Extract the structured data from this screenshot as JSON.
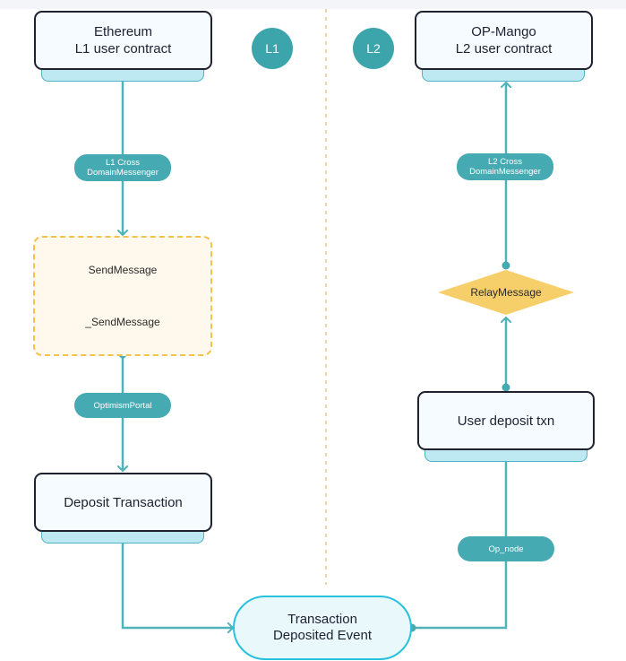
{
  "layers": {
    "l1": "L1",
    "l2": "L2"
  },
  "nodes": {
    "l1_contract": [
      "Ethereum",
      "L1 user contract"
    ],
    "l2_contract": [
      "OP-Mango",
      "L2 user contract"
    ],
    "deposit_transaction": "Deposit Transaction",
    "user_deposit_txn": "User deposit txn",
    "deposited_event": [
      "Transaction",
      "Deposited Event"
    ]
  },
  "labels": {
    "l1_messenger": [
      "L1 Cross",
      "DomainMessenger"
    ],
    "l2_messenger": [
      "L2 Cross",
      "DomainMessenger"
    ],
    "optimism_portal": "OptimismPortal",
    "op_node": "Op_node"
  },
  "decisions": {
    "send_message": "SendMessage",
    "send_message_internal": "_SendMessage",
    "relay_message": "RelayMessage"
  },
  "colors": {
    "connector": "#4fb3b8",
    "pill": "#45aab1",
    "decision_fill": "#f7cf6a",
    "group_border": "#f3c24a",
    "node_border": "#1e2130",
    "event_border": "#27c2db",
    "divider": "#e9d7a8"
  }
}
